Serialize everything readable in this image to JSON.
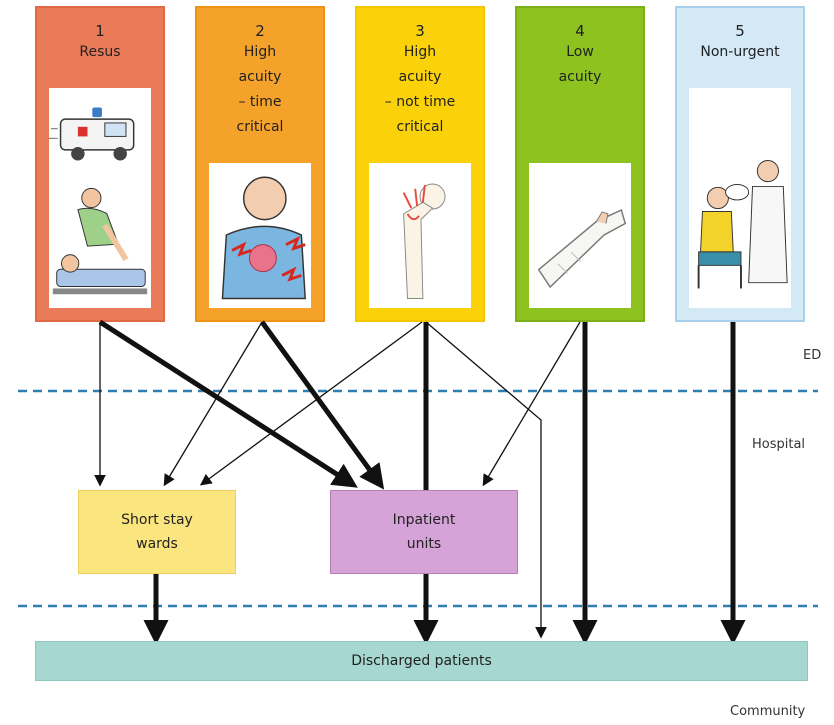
{
  "categories": [
    {
      "number": "1",
      "label": "Resus",
      "color": "#ea7b58"
    },
    {
      "number": "2",
      "label": "High\nacuity\n– time\ncritical",
      "color": "#f5a22b"
    },
    {
      "number": "3",
      "label": "High\nacuity\n– not time\ncritical",
      "color": "#fbd20a"
    },
    {
      "number": "4",
      "label": "Low\nacuity",
      "color": "#8dc21f"
    },
    {
      "number": "5",
      "label": "Non-urgent",
      "color": "#d3e9f6"
    }
  ],
  "zones": {
    "ed": "ED",
    "hospital": "Hospital",
    "community": "Community"
  },
  "boxes": {
    "short_stay": "Short stay\nwards",
    "inpatient": "Inpatient\nunits",
    "discharged": "Discharged patients"
  },
  "flows": [
    {
      "from": "1",
      "to": "Short stay wards",
      "weight": "thin"
    },
    {
      "from": "1",
      "to": "Inpatient units",
      "weight": "thick"
    },
    {
      "from": "2",
      "to": "Short stay wards",
      "weight": "thin"
    },
    {
      "from": "2",
      "to": "Inpatient units",
      "weight": "thick"
    },
    {
      "from": "3",
      "to": "Short stay wards",
      "weight": "thin"
    },
    {
      "from": "3",
      "to": "Discharged patients",
      "weight": "thick"
    },
    {
      "from": "3",
      "to": "Discharged patients",
      "weight": "thin"
    },
    {
      "from": "4",
      "to": "Inpatient units",
      "weight": "thin"
    },
    {
      "from": "4",
      "to": "Discharged patients",
      "weight": "thick"
    },
    {
      "from": "5",
      "to": "Discharged patients",
      "weight": "thick"
    },
    {
      "from": "Short stay wards",
      "to": "Discharged patients",
      "weight": "thick"
    },
    {
      "from": "Inpatient units",
      "to": "Discharged patients",
      "weight": "thick"
    }
  ],
  "style": {
    "divider_color": "#2e7fb0",
    "line_color": "#111111"
  }
}
